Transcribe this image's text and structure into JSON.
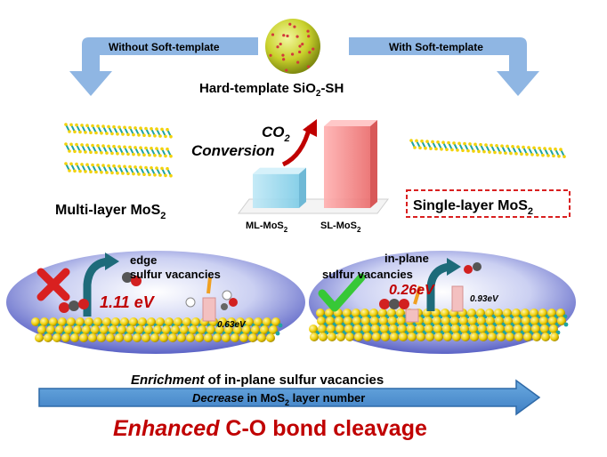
{
  "top": {
    "left_arrow_label": "Without Soft-template",
    "right_arrow_label": "With Soft-template",
    "hard_template_prefix": "Hard-template SiO",
    "hard_template_sub": "2",
    "hard_template_suffix": "-SH"
  },
  "middle": {
    "multi_layer_label": "Multi-layer MoS",
    "multi_layer_sub": "2",
    "single_layer_label": "Single-layer MoS",
    "single_layer_sub": "2",
    "co2_main": "CO",
    "co2_sub": "2",
    "conversion": "Conversion",
    "bar1_label": "ML-MoS",
    "bar1_sub": "2",
    "bar2_label": "SL-MoS",
    "bar2_sub": "2"
  },
  "chart_data": {
    "type": "bar",
    "categories": [
      "ML-MoS2",
      "SL-MoS2"
    ],
    "series": [
      {
        "values": [
          1,
          2.4
        ]
      }
    ],
    "title": "CO2 Conversion",
    "xlabel": "",
    "ylabel": ""
  },
  "left_panel": {
    "edge_label": "edge",
    "vacancy_label": "sulfur vacancies",
    "energy_big": "1.11 eV",
    "energy_small": "0.63eV"
  },
  "right_panel": {
    "inplane_label": "in-plane",
    "vacancy_label": "sulfur vacancies",
    "energy_big": "0.26eV",
    "energy_small": "0.93eV"
  },
  "bottom": {
    "enrichment_italic": "Enrichment",
    "enrichment_rest": " of in-plane sulfur vacancies",
    "decrease_italic": "Decrease",
    "decrease_rest": " in MoS",
    "decrease_sub": "2",
    "decrease_tail": " layer number",
    "enhanced_italic": "Enhanced",
    "enhanced_rest": " C-O bond cleavage"
  },
  "colors": {
    "arrow_blue": "#8fb6e3",
    "red_text": "#c00000",
    "sulfur": "#f2d20a",
    "molybdenum": "#1fa5a0",
    "check_green": "#37c837",
    "cross_red": "#d92020",
    "bar_blue": "#9fd8ee",
    "bar_red": "#f08080"
  }
}
